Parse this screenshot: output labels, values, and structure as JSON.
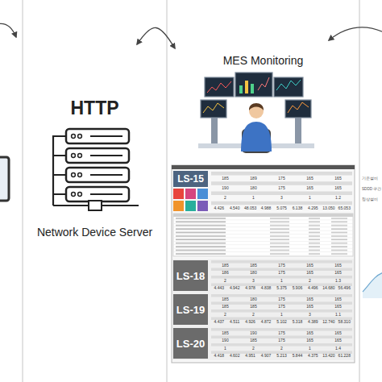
{
  "diagram": {
    "nodes": [
      {
        "text": [
          "HTTP",
          "Network Device Server"
        ]
      },
      {
        "text": [
          "MES Monitoring"
        ]
      }
    ],
    "edges": [
      {
        "from": 0,
        "to": 1,
        "arrow": "both"
      }
    ],
    "labels": [
      "LS-15",
      "185",
      "189",
      "175",
      "165",
      "165",
      "190",
      "180",
      "175",
      "165",
      "165",
      "2",
      "1",
      "3",
      "1",
      "1.2",
      "4.426",
      "4.540",
      "48.053",
      "4.988",
      "5.075",
      "6.138",
      "4.295",
      "13.050",
      "65.053",
      "LS-18",
      "185",
      "185",
      "175",
      "165",
      "165",
      "186",
      "180",
      "175",
      "165",
      "165",
      "2",
      "3",
      "1",
      "2",
      "1.3",
      "4.443",
      "4.942",
      "4.978",
      "4.838",
      "5.375",
      "5.906",
      "4.496",
      "14.680",
      "56.496",
      "LS-19",
      "185",
      "180",
      "175",
      "165",
      "165",
      "185",
      "185",
      "175",
      "165",
      "165",
      "2",
      "2",
      "1",
      "3",
      "1.1",
      "4.437",
      "4.511",
      "4.926",
      "4.872",
      "5.102",
      "5.318",
      "4.389",
      "12.740",
      "58.310",
      "LS-20",
      "185",
      "190",
      "175",
      "165",
      "165",
      "190",
      "185",
      "175",
      "165",
      "165",
      "1",
      "2",
      "2",
      "1",
      "1.4",
      "4.418",
      "4.602",
      "4.951",
      "4.907",
      "5.213",
      "5.844",
      "4.375",
      "13.420",
      "61.228",
      "기준설비",
      "SDDD 구간",
      "정상설비"
    ]
  }
}
